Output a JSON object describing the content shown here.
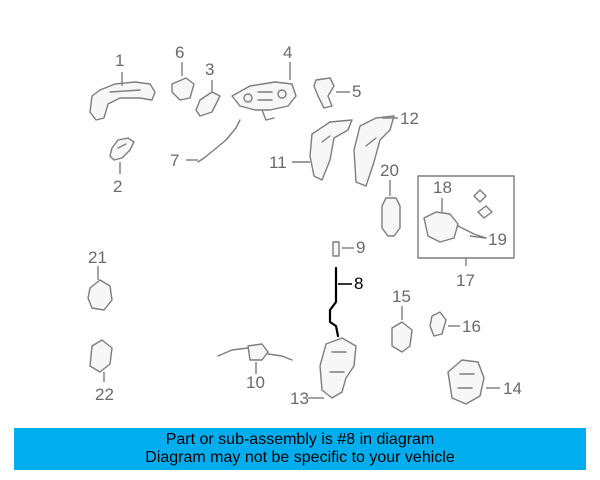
{
  "callouts": [
    {
      "id": "1",
      "label": "1"
    },
    {
      "id": "2",
      "label": "2"
    },
    {
      "id": "3",
      "label": "3"
    },
    {
      "id": "4",
      "label": "4"
    },
    {
      "id": "5",
      "label": "5"
    },
    {
      "id": "6",
      "label": "6"
    },
    {
      "id": "7",
      "label": "7"
    },
    {
      "id": "8",
      "label": "8",
      "highlighted": true
    },
    {
      "id": "9",
      "label": "9"
    },
    {
      "id": "10",
      "label": "10"
    },
    {
      "id": "11",
      "label": "11"
    },
    {
      "id": "12",
      "label": "12"
    },
    {
      "id": "13",
      "label": "13"
    },
    {
      "id": "14",
      "label": "14"
    },
    {
      "id": "15",
      "label": "15"
    },
    {
      "id": "16",
      "label": "16"
    },
    {
      "id": "17",
      "label": "17"
    },
    {
      "id": "18",
      "label": "18"
    },
    {
      "id": "19",
      "label": "19"
    },
    {
      "id": "20",
      "label": "20"
    },
    {
      "id": "21",
      "label": "21"
    },
    {
      "id": "22",
      "label": "22"
    }
  ],
  "banner": {
    "line1": "Part or sub-assembly is #8 in diagram",
    "line2": "Diagram may not be specific to your vehicle",
    "background": "#00aeef"
  },
  "colors": {
    "line_art": "#7d7d7d",
    "highlight": "#000000"
  }
}
